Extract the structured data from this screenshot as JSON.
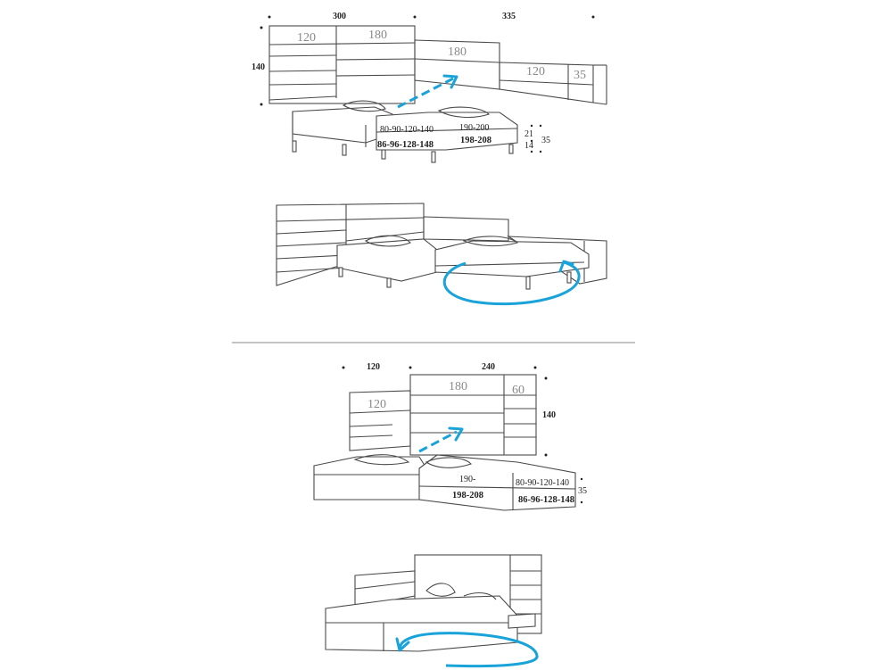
{
  "colors": {
    "line": "#4a4a4a",
    "accent": "#1aa3d9",
    "background": "#ffffff"
  },
  "top": {
    "dims": {
      "width_left": "300",
      "width_right": "335",
      "height": "140"
    },
    "panels": {
      "p120": "120",
      "p180a": "180",
      "p180b": "180",
      "p120b": "120",
      "p35": "35"
    },
    "bed_left": {
      "widths": "80-90-120-140",
      "widths2": "86-96-128-148"
    },
    "bed_right": {
      "lengths": "190-200",
      "lengths2": "198-208"
    },
    "heights": {
      "h21": "21",
      "h14": "14",
      "h35": "35"
    }
  },
  "bottom": {
    "dims": {
      "width_left": "120",
      "width_right": "240",
      "height": "140"
    },
    "panels": {
      "p180": "180",
      "p60": "60",
      "p120": "120"
    },
    "bed": {
      "len1": "190-",
      "len2": "198-208",
      "w1": "80-90-120-140",
      "w2": "86-96-128-148"
    },
    "heights": {
      "h35": "35"
    }
  }
}
